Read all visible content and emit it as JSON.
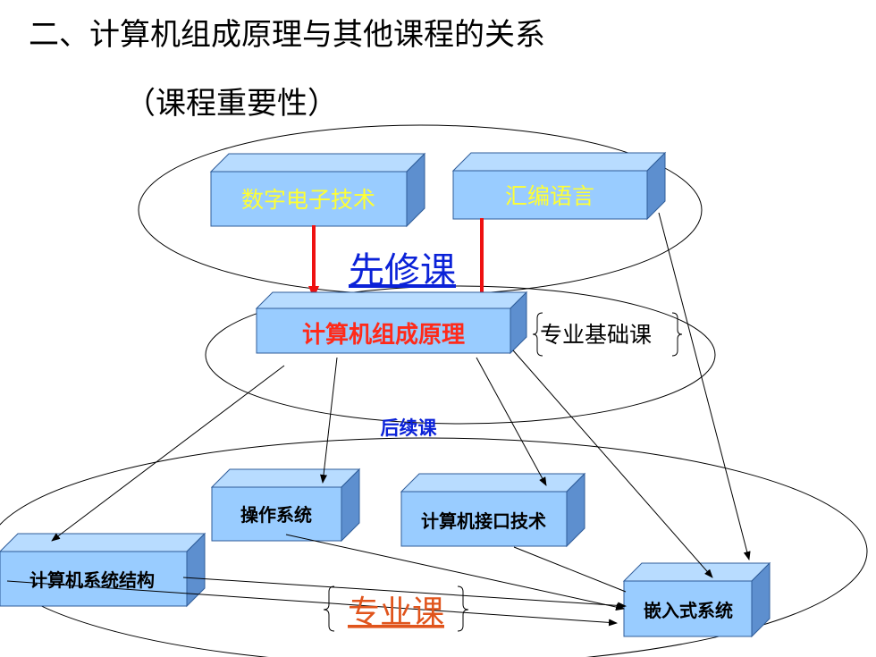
{
  "heading": {
    "title": "二、计算机组成原理与其他课程的关系",
    "subtitle": "（课程重要性）"
  },
  "labels": {
    "prerequisite": "先修课",
    "professional_base": "专业基础课",
    "follow_up": "后续课",
    "professional": "专业课"
  },
  "courses": {
    "digital_electronics": "数字电子技术",
    "assembly_language": "汇编语言",
    "computer_organization": "计算机组成原理",
    "operating_system": "操作系统",
    "interface_technology": "计算机接口技术",
    "computer_architecture": "计算机系统结构",
    "embedded_system": "嵌入式系统"
  },
  "colors": {
    "box_front": "#99ccff",
    "box_top": "#b8dcff",
    "box_side": "#5d8fcf",
    "box_edge": "#2f5c99",
    "prereq_arrow": "#ee1111",
    "prereq_text": "#0b22d8",
    "major_text": "#e0541c",
    "core_text": "#ff2a1a",
    "top_box_text": "#ffff33"
  }
}
